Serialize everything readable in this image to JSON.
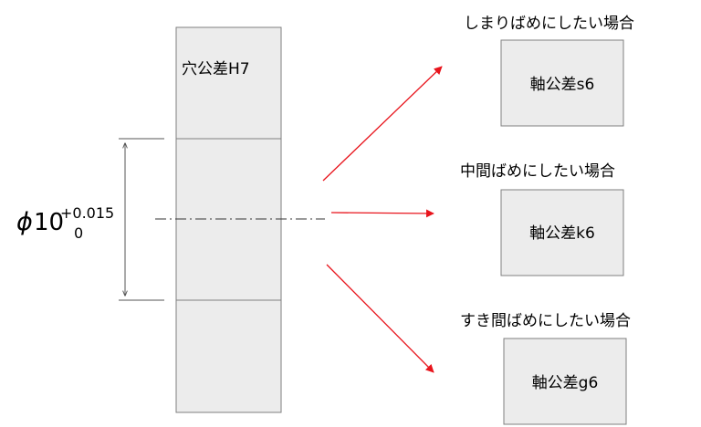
{
  "hole": {
    "label": "穴公差H7",
    "dimension": {
      "symbol": "ϕ",
      "nominal": "10",
      "upper_deviation": "+0.015",
      "lower_deviation": "0"
    }
  },
  "cases": [
    {
      "heading": "しまりばめにしたい場合",
      "shaft_label": "軸公差s6"
    },
    {
      "heading": "中間ばめにしたい場合",
      "shaft_label": "軸公差k6"
    },
    {
      "heading": "すき間ばめにしたい場合",
      "shaft_label": "軸公差g6"
    }
  ],
  "colors": {
    "box_fill": "#ececec",
    "box_stroke": "#7f7f7f",
    "arrow": "#e8141c",
    "dim_line": "#555555"
  }
}
